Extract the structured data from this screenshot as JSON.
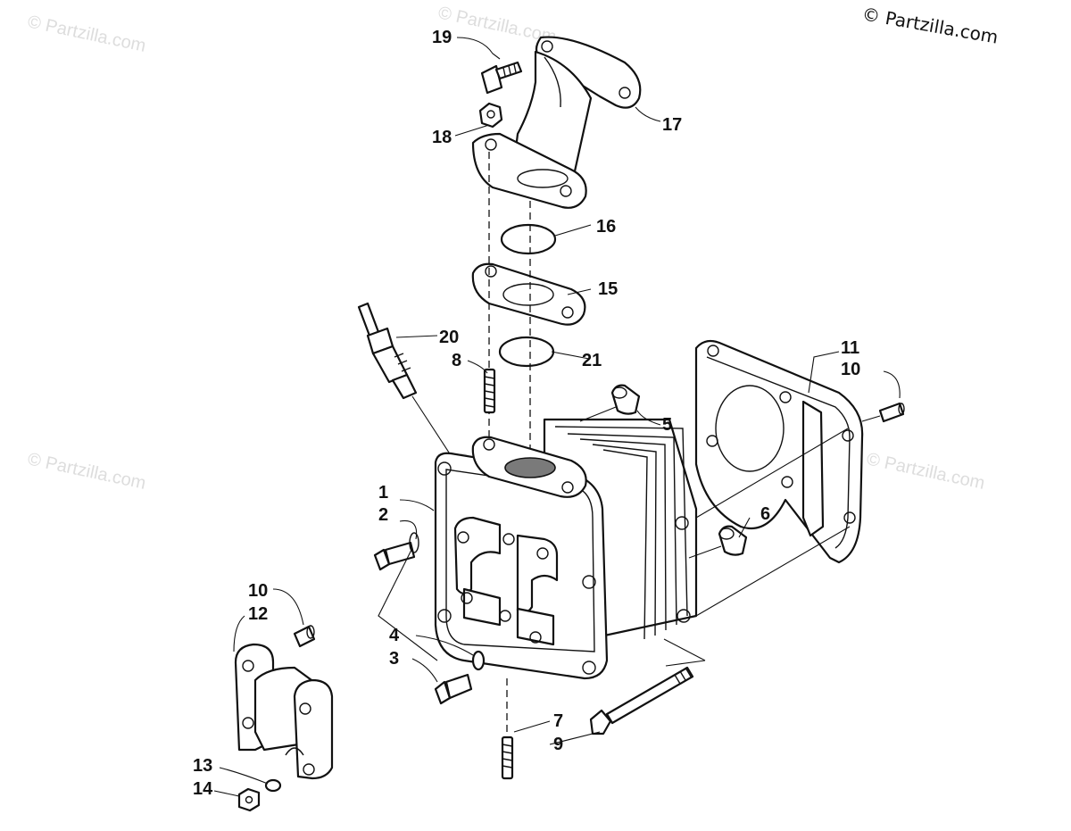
{
  "copyright": "© Partzilla.com",
  "watermark": "© Partzilla.com",
  "callouts": {
    "c1": "1",
    "c2": "2",
    "c3": "3",
    "c4": "4",
    "c5": "5",
    "c6": "6",
    "c7": "7",
    "c8": "8",
    "c9": "9",
    "c10a": "10",
    "c10b": "10",
    "c11": "11",
    "c12": "12",
    "c13": "13",
    "c14": "14",
    "c15": "15",
    "c16": "16",
    "c17": "17",
    "c18": "18",
    "c19": "19",
    "c20": "20",
    "c21": "21"
  },
  "colors": {
    "line": "#111111",
    "background": "#ffffff",
    "watermark": "#dddddd",
    "port_shading": "#7a7a7a"
  }
}
